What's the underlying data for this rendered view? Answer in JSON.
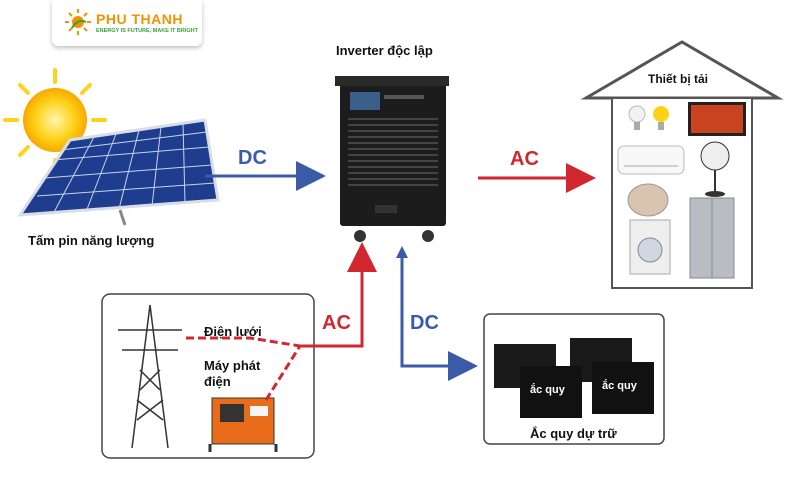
{
  "brand": {
    "name": "PHU THANH",
    "slogan": "ENERGY IS FUTURE, MAKE IT BRIGHT"
  },
  "inverter": {
    "label": "Inverter độc lập"
  },
  "solar": {
    "label": "Tấm pin năng lượng"
  },
  "house": {
    "label": "Thiết bị tải"
  },
  "grid": {
    "grid_label": "Điện lưới",
    "generator_label": "Máy phát\nđiện"
  },
  "battery": {
    "label": "Ắc quy dự trữ",
    "cell_text": "ắc quy"
  },
  "flows": {
    "solar_to_inverter": "DC",
    "inverter_to_load": "AC",
    "grid_to_inverter": "AC",
    "inverter_to_battery": "DC"
  },
  "colors": {
    "dc": "#3b5ba9",
    "ac": "#d0282e",
    "brand": "#f39200"
  }
}
